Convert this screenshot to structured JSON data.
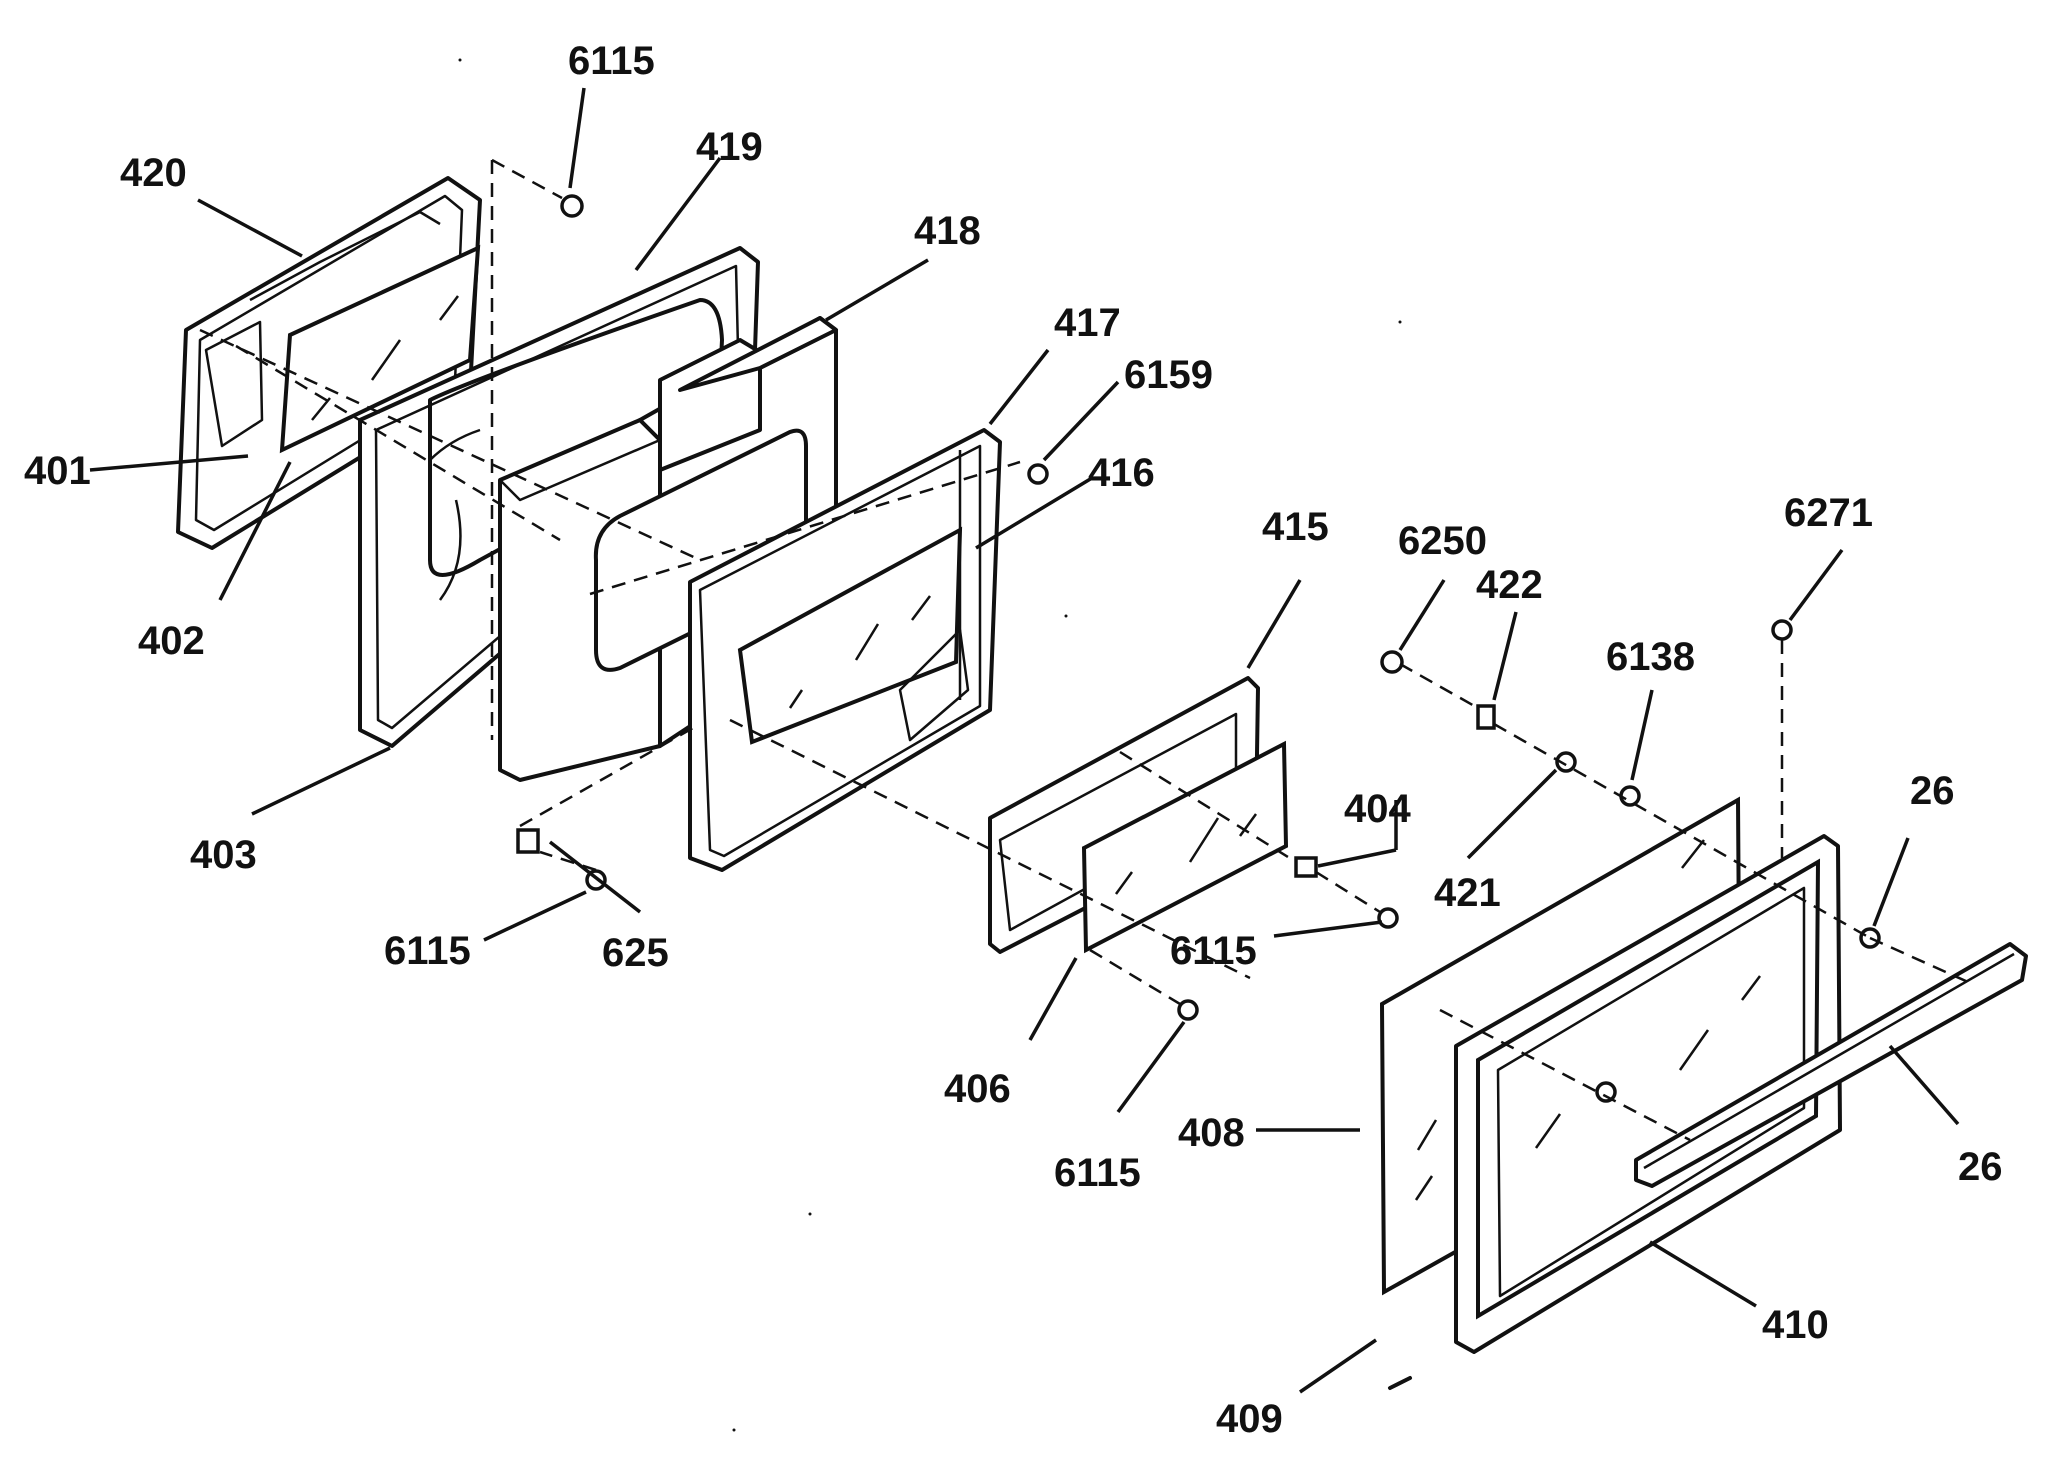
{
  "diagram": {
    "labels": [
      {
        "id": "l-6115-top",
        "text": "6115"
      },
      {
        "id": "l-420",
        "text": "420"
      },
      {
        "id": "l-419",
        "text": "419"
      },
      {
        "id": "l-418",
        "text": "418"
      },
      {
        "id": "l-417",
        "text": "417"
      },
      {
        "id": "l-6159",
        "text": "6159"
      },
      {
        "id": "l-416",
        "text": "416"
      },
      {
        "id": "l-401",
        "text": "401"
      },
      {
        "id": "l-402",
        "text": "402"
      },
      {
        "id": "l-415",
        "text": "415"
      },
      {
        "id": "l-6250",
        "text": "6250"
      },
      {
        "id": "l-422",
        "text": "422"
      },
      {
        "id": "l-6271",
        "text": "6271"
      },
      {
        "id": "l-6138",
        "text": "6138"
      },
      {
        "id": "l-403",
        "text": "403"
      },
      {
        "id": "l-26-right",
        "text": "26"
      },
      {
        "id": "l-404",
        "text": "404"
      },
      {
        "id": "l-421",
        "text": "421"
      },
      {
        "id": "l-6115-left",
        "text": "6115"
      },
      {
        "id": "l-625",
        "text": "625"
      },
      {
        "id": "l-6115-mid",
        "text": "6115"
      },
      {
        "id": "l-406",
        "text": "406"
      },
      {
        "id": "l-408",
        "text": "408"
      },
      {
        "id": "l-6115-bottom",
        "text": "6115"
      },
      {
        "id": "l-26-bottom",
        "text": "26"
      },
      {
        "id": "l-410",
        "text": "410"
      },
      {
        "id": "l-409",
        "text": "409"
      }
    ]
  }
}
